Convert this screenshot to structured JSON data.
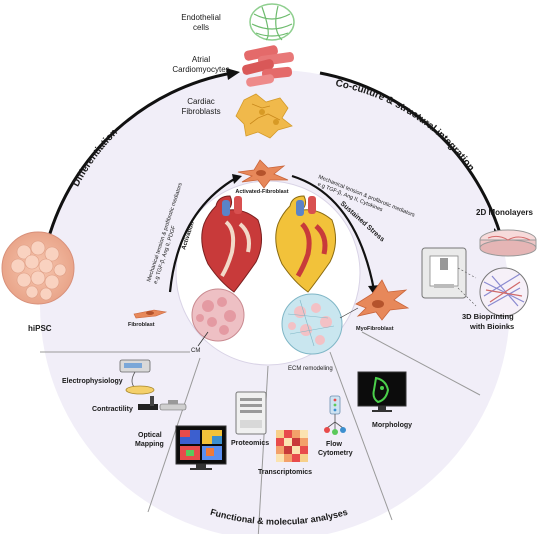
{
  "labels": {
    "endothelial": [
      "Endothelial",
      "cells"
    ],
    "atrial": [
      "Atrial",
      "Cardiomyocytes"
    ],
    "cardiac_fibro": [
      "Cardiac",
      "Fibroblasts"
    ],
    "differentiation": "Differentiation",
    "coculture": "Co-culture & structural integration",
    "activated_fibroblast": "Activated-Fibroblast",
    "mech_left_1": "Mechanical tension & profibrotic mediators",
    "mech_left_2": "e.g TGF-β, Ang II, PDGF",
    "activation": "Activation",
    "mech_right_1": "Mechanical tension & profibrotic mediators",
    "mech_right_2": "e.g TGF-β, Ang II, Cytokines",
    "sustained_stress": "Sustained Stress",
    "monolayers": "2D Monolayers",
    "bioprinting": [
      "3D Bioprinting",
      "with Bioinks"
    ],
    "hipsc": "hiPSC",
    "fibroblast": "Fibroblast",
    "myofibroblast": "MyoFibroblast",
    "cm": "CM",
    "ecm": "ECM remodeling",
    "electrophysiology": "Electrophysiology",
    "contractility": "Contractility",
    "optical_mapping": [
      "Optical",
      "Mapping"
    ],
    "proteomics": "Proteomics",
    "transcriptomics": "Transcriptomics",
    "flow_cytometry": [
      "Flow",
      "Cytometry"
    ],
    "morphology": "Morphology",
    "functional": "Functional & molecular analyses"
  },
  "colors": {
    "circle_fill": "#f1eef8",
    "divider": "#9a9a9a",
    "heart_red": "#c83a3a",
    "heart_yellow": "#f2c23a",
    "fibroblast": "#e7885a",
    "endothelial": "#8fcf8f",
    "cardiomyocyte": "#e46a6a",
    "cardiac_fibroblast": "#f0b94b",
    "hipsc": "#f3b89e",
    "monitor_screen": "#0c0c0c"
  }
}
